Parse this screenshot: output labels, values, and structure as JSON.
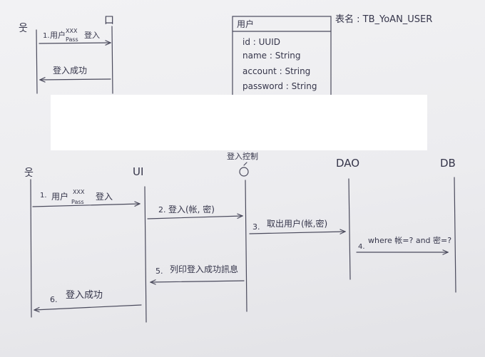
{
  "top": {
    "actor_symbol": "웃",
    "system_symbol": "口",
    "msg1": {
      "label_num": "1.",
      "label_text": "用户",
      "xxx": "XXX",
      "pass": "Pass",
      "login": "登入"
    },
    "msg2": "登入成功"
  },
  "class_box": {
    "title": "用户",
    "fields": [
      "id : UUID",
      "name : String",
      "account : String",
      "password : String"
    ]
  },
  "table_note": "表名 : TB_YoAN_USER",
  "bottom": {
    "actor_symbol": "웃",
    "lifelines": {
      "ui": "UI",
      "controller": "登入控制",
      "dao": "DAO",
      "db": "DB"
    },
    "messages": [
      {
        "num": "1.",
        "text": "用户",
        "xxx": "XXX",
        "pass": "Pass",
        "login": "登入"
      },
      {
        "num": "2.",
        "text": "登入(帐, 密)"
      },
      {
        "num": "3.",
        "text": "取出用户(帐,密)"
      },
      {
        "num": "4.",
        "text": "where 帐=? and 密=?"
      },
      {
        "num": "5.",
        "text": "列印登入成功訊息"
      },
      {
        "num": "6.",
        "text": "登入成功"
      }
    ]
  }
}
